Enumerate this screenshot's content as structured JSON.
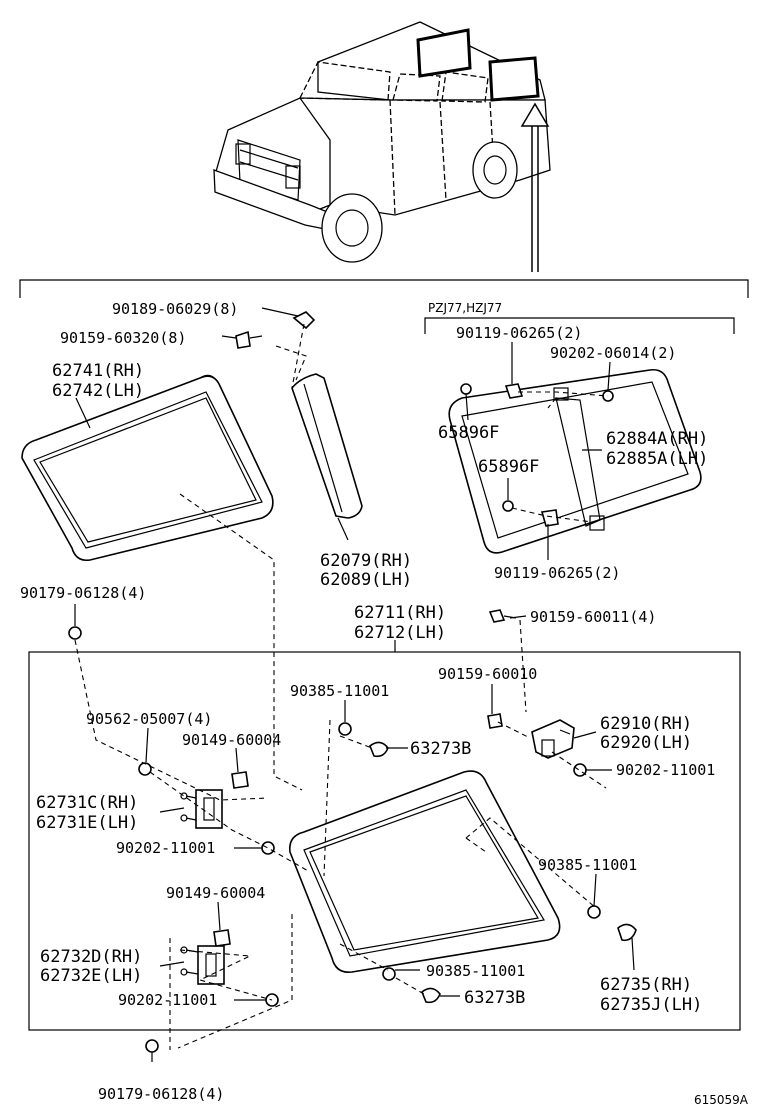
{
  "variant_label": "PZJ77,HZJ77",
  "diagram_code": "615059A",
  "labels": {
    "p1": "90189-06029(8)",
    "p2": "90159-60320(8)",
    "p3a": "62741(RH)",
    "p3b": "62742(LH)",
    "p4a": "62079(RH)",
    "p4b": "62089(LH)",
    "p5": "90179-06128(4)",
    "p6": "90119-06265(2)",
    "p7": "90202-06014(2)",
    "p8": "65896F",
    "p9a": "62884A(RH)",
    "p9b": "62885A(LH)",
    "p10": "65896F",
    "p11": "90119-06265(2)",
    "p12a": "62711(RH)",
    "p12b": "62712(LH)",
    "p13": "90159-60011(4)",
    "p14": "90385-11001",
    "p15": "90159-60010",
    "p16": "90562-05007(4)",
    "p17": "90149-60004",
    "p18": "63273B",
    "p19a": "62910(RH)",
    "p19b": "62920(LH)",
    "p20": "90202-11001",
    "p21a": "62731C(RH)",
    "p21b": "62731E(LH)",
    "p22": "90202-11001",
    "p23": "90385-11001",
    "p24": "90149-60004",
    "p25a": "62732D(RH)",
    "p25b": "62732E(LH)",
    "p26": "90385-11001",
    "p27": "63273B",
    "p28": "90202-11001",
    "p29a": "62735(RH)",
    "p29b": "62735J(LH)",
    "p30": "90179-06128(4)"
  }
}
